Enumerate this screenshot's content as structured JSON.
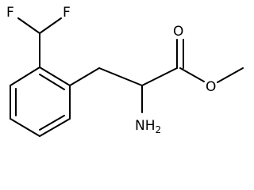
{
  "molecule": {
    "atoms": {
      "fluorine_left": "F",
      "fluorine_right": "F",
      "carbonyl_oxygen": "O",
      "ester_oxygen": "O",
      "amine_n": "NH",
      "amine_subscript": "2"
    }
  }
}
